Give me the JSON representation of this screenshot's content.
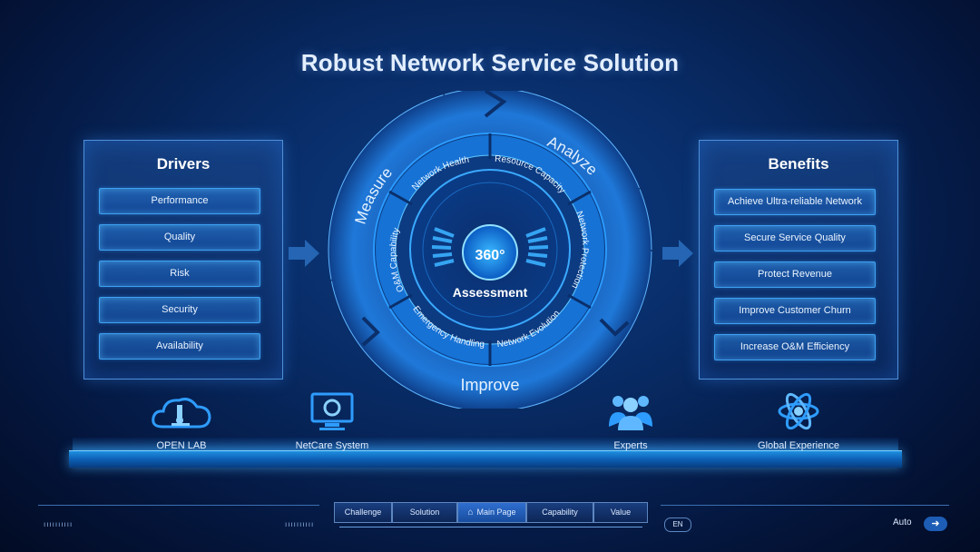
{
  "title": "Robust Network Service Solution",
  "drivers": {
    "title": "Drivers",
    "items": [
      "Performance",
      "Quality",
      "Risk",
      "Security",
      "Availability"
    ]
  },
  "benefits": {
    "title": "Benefits",
    "items": [
      "Achieve Ultra-reliable Network",
      "Secure Service Quality",
      "Protect Revenue",
      "Improve Customer Churn",
      "Increase O&M Efficiency"
    ]
  },
  "cycle": {
    "measure": "Measure",
    "analyze": "Analyze",
    "improve": "Improve",
    "center_value": "360°",
    "center_label": "Assessment",
    "segments": [
      "Network Health",
      "Resource Capacity",
      "Network Protection",
      "Network Evolution",
      "Emergency Handling",
      "O&M Capability"
    ]
  },
  "resources": [
    {
      "label": "OPEN LAB",
      "icon": "microscope-cloud-icon"
    },
    {
      "label": "NetCare System",
      "icon": "monitor-icon"
    },
    {
      "label": "Experts",
      "icon": "people-group-icon"
    },
    {
      "label": "Global Experience",
      "icon": "atom-icon"
    }
  ],
  "nav": {
    "tabs": [
      "Challenge",
      "Solution",
      "Main Page",
      "Capability",
      "Value"
    ],
    "language": "EN",
    "autoplay": "Auto"
  },
  "colors": {
    "accent": "#2fa8ff",
    "background": "#082a63"
  }
}
